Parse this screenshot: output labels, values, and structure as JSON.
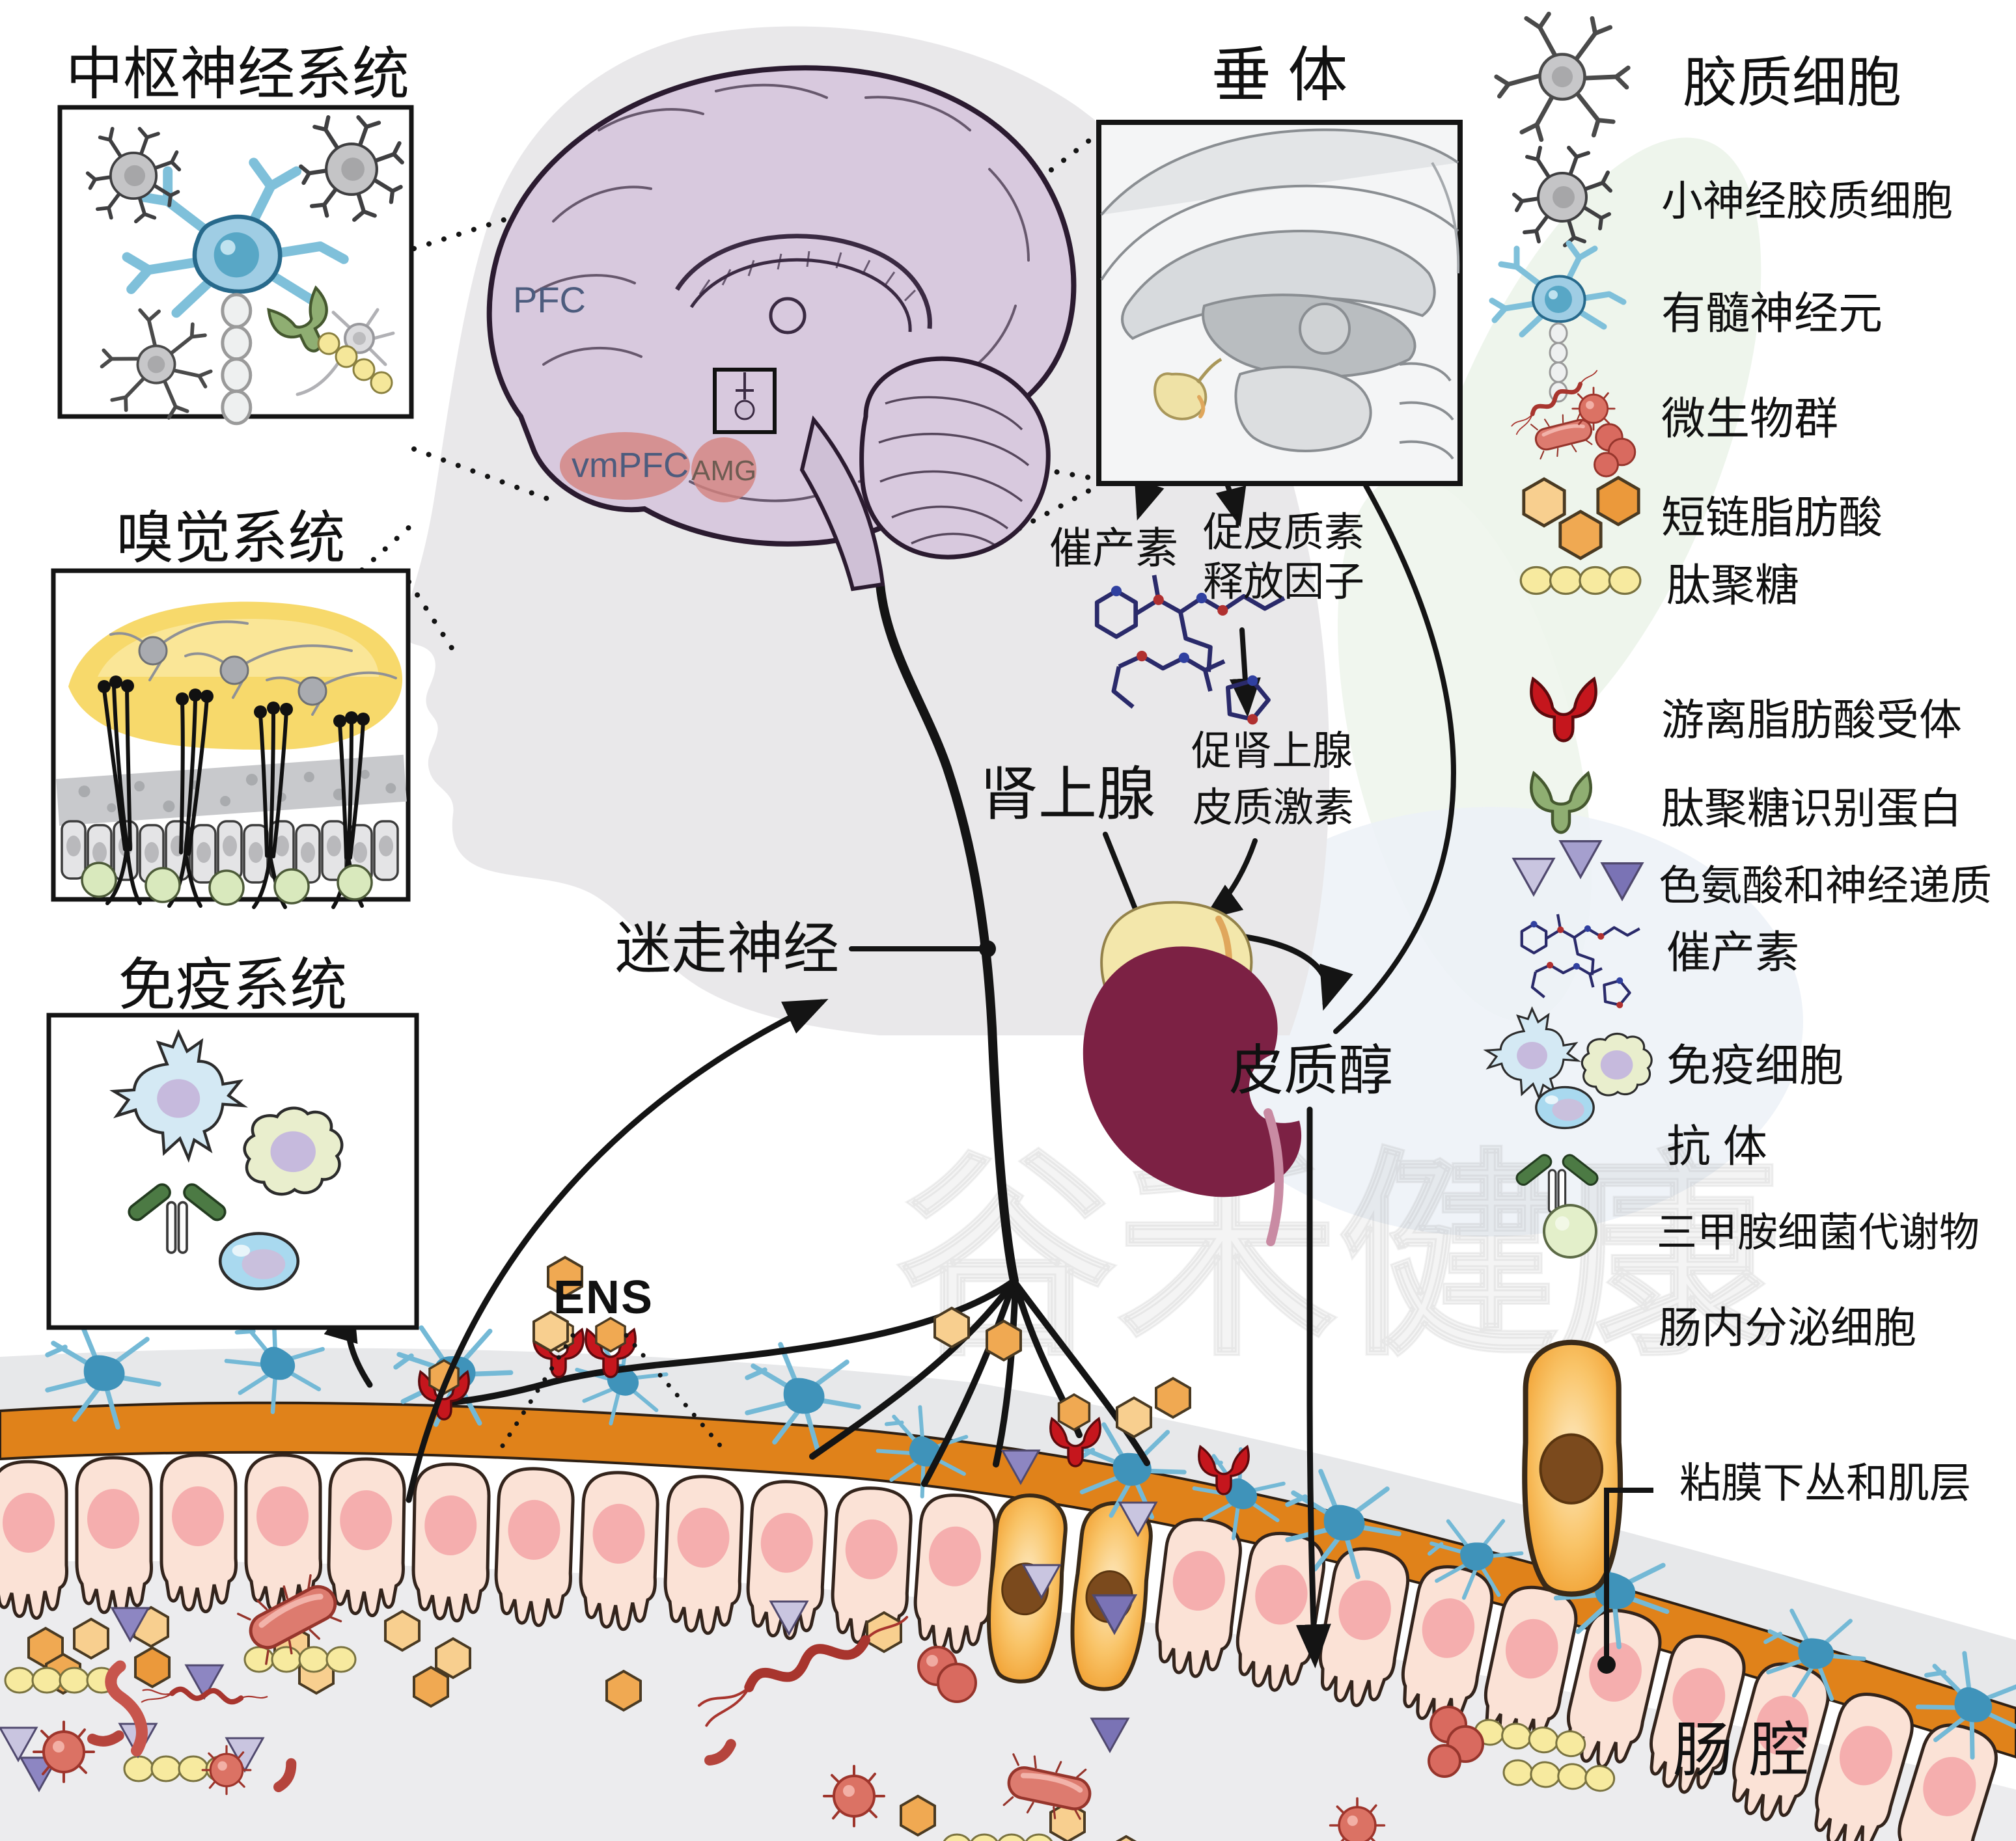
{
  "boxes": {
    "cns": {
      "title": "中枢神经系统"
    },
    "olfactory": {
      "title": "嗅觉系统"
    },
    "immune": {
      "title": "免疫系统"
    },
    "pituitary": {
      "title": "垂 体"
    }
  },
  "brain": {
    "pfc": "PFC",
    "vmpfc": "vmPFC",
    "amg": "AMG"
  },
  "labels": {
    "oxytocin": "催产素",
    "crf_line1": "促皮质素",
    "crf_line2": "释放因子",
    "acth_line1": "促肾上腺",
    "acth_line2": "皮质激素",
    "adrenal": "肾上腺",
    "vagus": "迷走神经",
    "cortisol": "皮质醇",
    "ens": "ENS",
    "lumen": "肠 腔"
  },
  "legend": {
    "items": [
      {
        "icon": "glial-cell-icon",
        "label": "胶质细胞"
      },
      {
        "icon": "microglia-icon",
        "label": "小神经胶质细胞"
      },
      {
        "icon": "myelinated-neuron-icon",
        "label": "有髓神经元"
      },
      {
        "icon": "microbiota-icon",
        "label": "微生物群"
      },
      {
        "icon": "scfa-icon",
        "label": "短链脂肪酸"
      },
      {
        "icon": "peptidoglycan-icon",
        "label": "肽聚糖"
      },
      {
        "icon": "ffar-icon",
        "label": "游离脂肪酸受体"
      },
      {
        "icon": "pgrp-icon",
        "label": "肽聚糖识别蛋白"
      },
      {
        "icon": "tryptophan-icon",
        "label": "色氨酸和神经递质"
      },
      {
        "icon": "oxytocin-icon",
        "label": "催产素"
      },
      {
        "icon": "immune-cells-icon",
        "label": "免疫细胞"
      },
      {
        "icon": "antibody-icon",
        "label": "抗 体"
      },
      {
        "icon": "tma-icon",
        "label": "三甲胺细菌代谢物"
      },
      {
        "icon": "enteroendocrine-icon",
        "label": "肠内分泌细胞"
      },
      {
        "icon": "submucosa-icon",
        "label": "粘膜下丛和肌层"
      }
    ]
  },
  "watermark": "谷禾健康",
  "colors": {
    "brain": "#d8c9de",
    "mucosa_orange": "#e0821a",
    "epithelium": "#fbe2d6",
    "epithelium_nucleus": "#f5aeae",
    "ens_neuron_blue": "#3f93ba",
    "receptor_red": "#c5161d",
    "receptor_green": "#8fae72",
    "scfa_hex": "#f0a952",
    "peptidoglycan": "#f7ea9f",
    "neurotransmitter_triangle": "#8d86c2",
    "kidney": "#7c2144",
    "adrenal": "#f3e7ab",
    "bacteria": "#cd5a50",
    "enteroendocrine": "#f6a23c",
    "pituitary_gland": "#efe2a6"
  }
}
